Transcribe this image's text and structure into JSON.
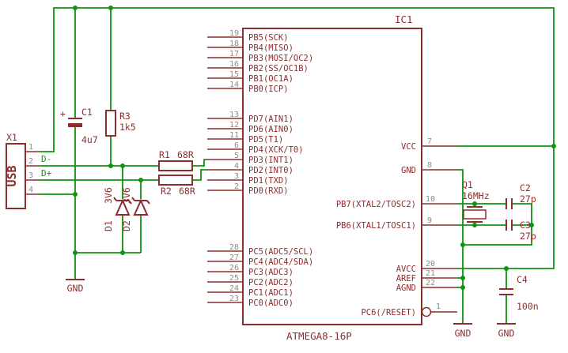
{
  "colors": {
    "wire": "#0E940E",
    "symbol": "#8B2E2E",
    "pin_number": "#8C8C8C",
    "background": "#FFFFFF"
  },
  "ic": {
    "ref": "IC1",
    "value": "ATMEGA8-16P",
    "left_pins": [
      {
        "num": "19",
        "name": "PB5(SCK)"
      },
      {
        "num": "18",
        "name": "PB4(MISO)"
      },
      {
        "num": "17",
        "name": "PB3(MOSI/OC2)"
      },
      {
        "num": "16",
        "name": "PB2(SS/OC1B)"
      },
      {
        "num": "15",
        "name": "PB1(OC1A)"
      },
      {
        "num": "14",
        "name": "PB0(ICP)"
      },
      {
        "num": "13",
        "name": "PD7(AIN1)"
      },
      {
        "num": "12",
        "name": "PD6(AIN0)"
      },
      {
        "num": "11",
        "name": "PD5(T1)"
      },
      {
        "num": "6",
        "name": "PD4(XCK/T0)"
      },
      {
        "num": "5",
        "name": "PD3(INT1)"
      },
      {
        "num": "4",
        "name": "PD2(INT0)"
      },
      {
        "num": "3",
        "name": "PD1(TXD)"
      },
      {
        "num": "2",
        "name": "PD0(RXD)"
      },
      {
        "num": "28",
        "name": "PC5(ADC5/SCL)"
      },
      {
        "num": "27",
        "name": "PC4(ADC4/SDA)"
      },
      {
        "num": "26",
        "name": "PC3(ADC3)"
      },
      {
        "num": "25",
        "name": "PC2(ADC2)"
      },
      {
        "num": "24",
        "name": "PC1(ADC1)"
      },
      {
        "num": "23",
        "name": "PC0(ADC0)"
      }
    ],
    "right_pins": [
      {
        "num": "7",
        "name": "VCC"
      },
      {
        "num": "8",
        "name": "GND"
      },
      {
        "num": "10",
        "name": "PB7(XTAL2/TOSC2)"
      },
      {
        "num": "9",
        "name": "PB6(XTAL1/TOSC1)"
      },
      {
        "num": "20",
        "name": "AVCC"
      },
      {
        "num": "21",
        "name": "AREF"
      },
      {
        "num": "22",
        "name": "AGND"
      },
      {
        "num": "1",
        "name": "PC6(/RESET)"
      }
    ]
  },
  "usb": {
    "ref": "X1",
    "label": "USB",
    "pin_numbers": [
      "1",
      "2",
      "3",
      "4"
    ]
  },
  "nets": {
    "dminus": "D-",
    "dplus": "D+",
    "gnd_labels": [
      "GND",
      "GND",
      "GND"
    ]
  },
  "components": {
    "c1": {
      "ref": "C1",
      "value": "4u7",
      "polarity": "+"
    },
    "r1": {
      "ref": "R1",
      "value": "68R"
    },
    "r2": {
      "ref": "R2",
      "value": "68R"
    },
    "r3": {
      "ref": "R3",
      "value": "1k5"
    },
    "d1": {
      "ref": "D1",
      "value": "3V6"
    },
    "d2": {
      "ref": "D2",
      "value": "3V6"
    },
    "q1": {
      "ref": "Q1",
      "value": "16MHz"
    },
    "c2": {
      "ref": "C2",
      "value": "27p"
    },
    "c3": {
      "ref": "C3",
      "value": "27p"
    },
    "c4": {
      "ref": "C4",
      "value": "100n"
    }
  }
}
